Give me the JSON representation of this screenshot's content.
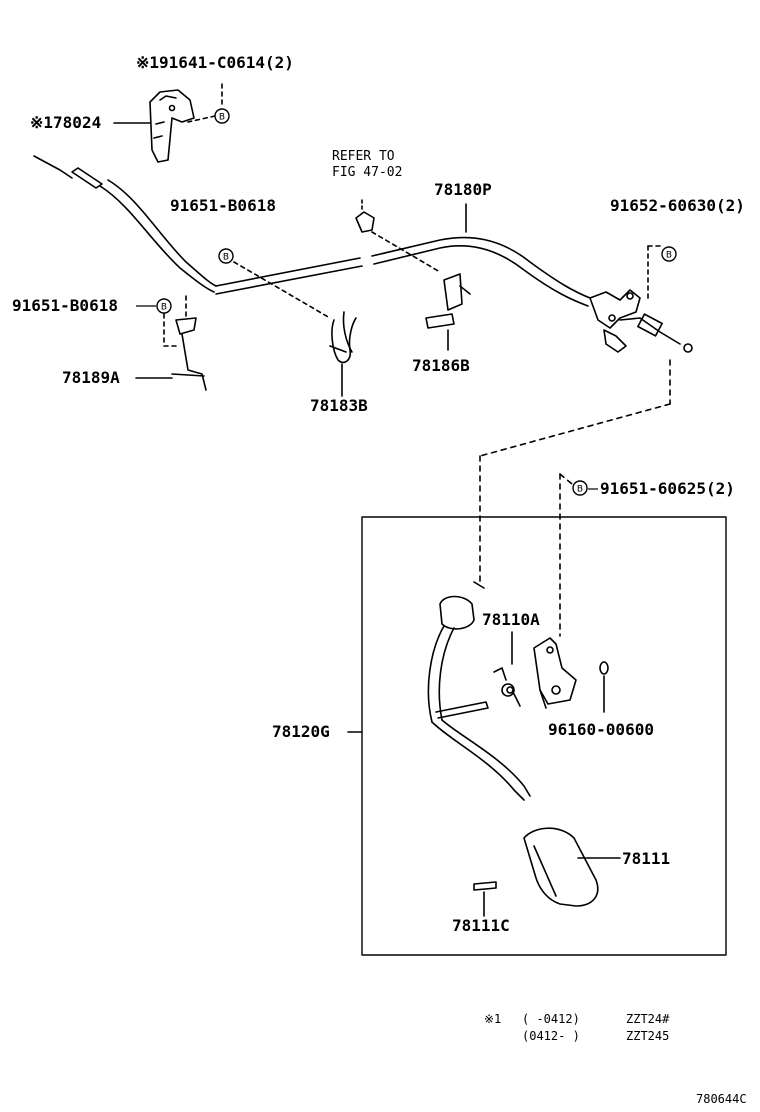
{
  "labels": {
    "p91641": "※191641-C0614(2)",
    "p78024": "※178024",
    "refer_line1": "REFER TO",
    "refer_line2": "FIG 47-02",
    "p78180P": "78180P",
    "p91651_top": "91651-B0618",
    "p91652": "91652-60630(2)",
    "p91651_left": "91651-B0618",
    "p78189A": "78189A",
    "p78186B": "78186B",
    "p78183B": "78183B",
    "p91651_60625": "91651-60625(2)",
    "p78110A": "78110A",
    "p78120G": "78120G",
    "p96160": "96160-00600",
    "p78111": "78111",
    "p78111C": "78111C"
  },
  "bolt_symbol": "B",
  "footnote": {
    "mark": "※1",
    "row1_range": "(     -0412)",
    "row1_model": "ZZT24#",
    "row2_range": "(0412-     )",
    "row2_model": "ZZT245"
  },
  "figure_code": "780644C"
}
